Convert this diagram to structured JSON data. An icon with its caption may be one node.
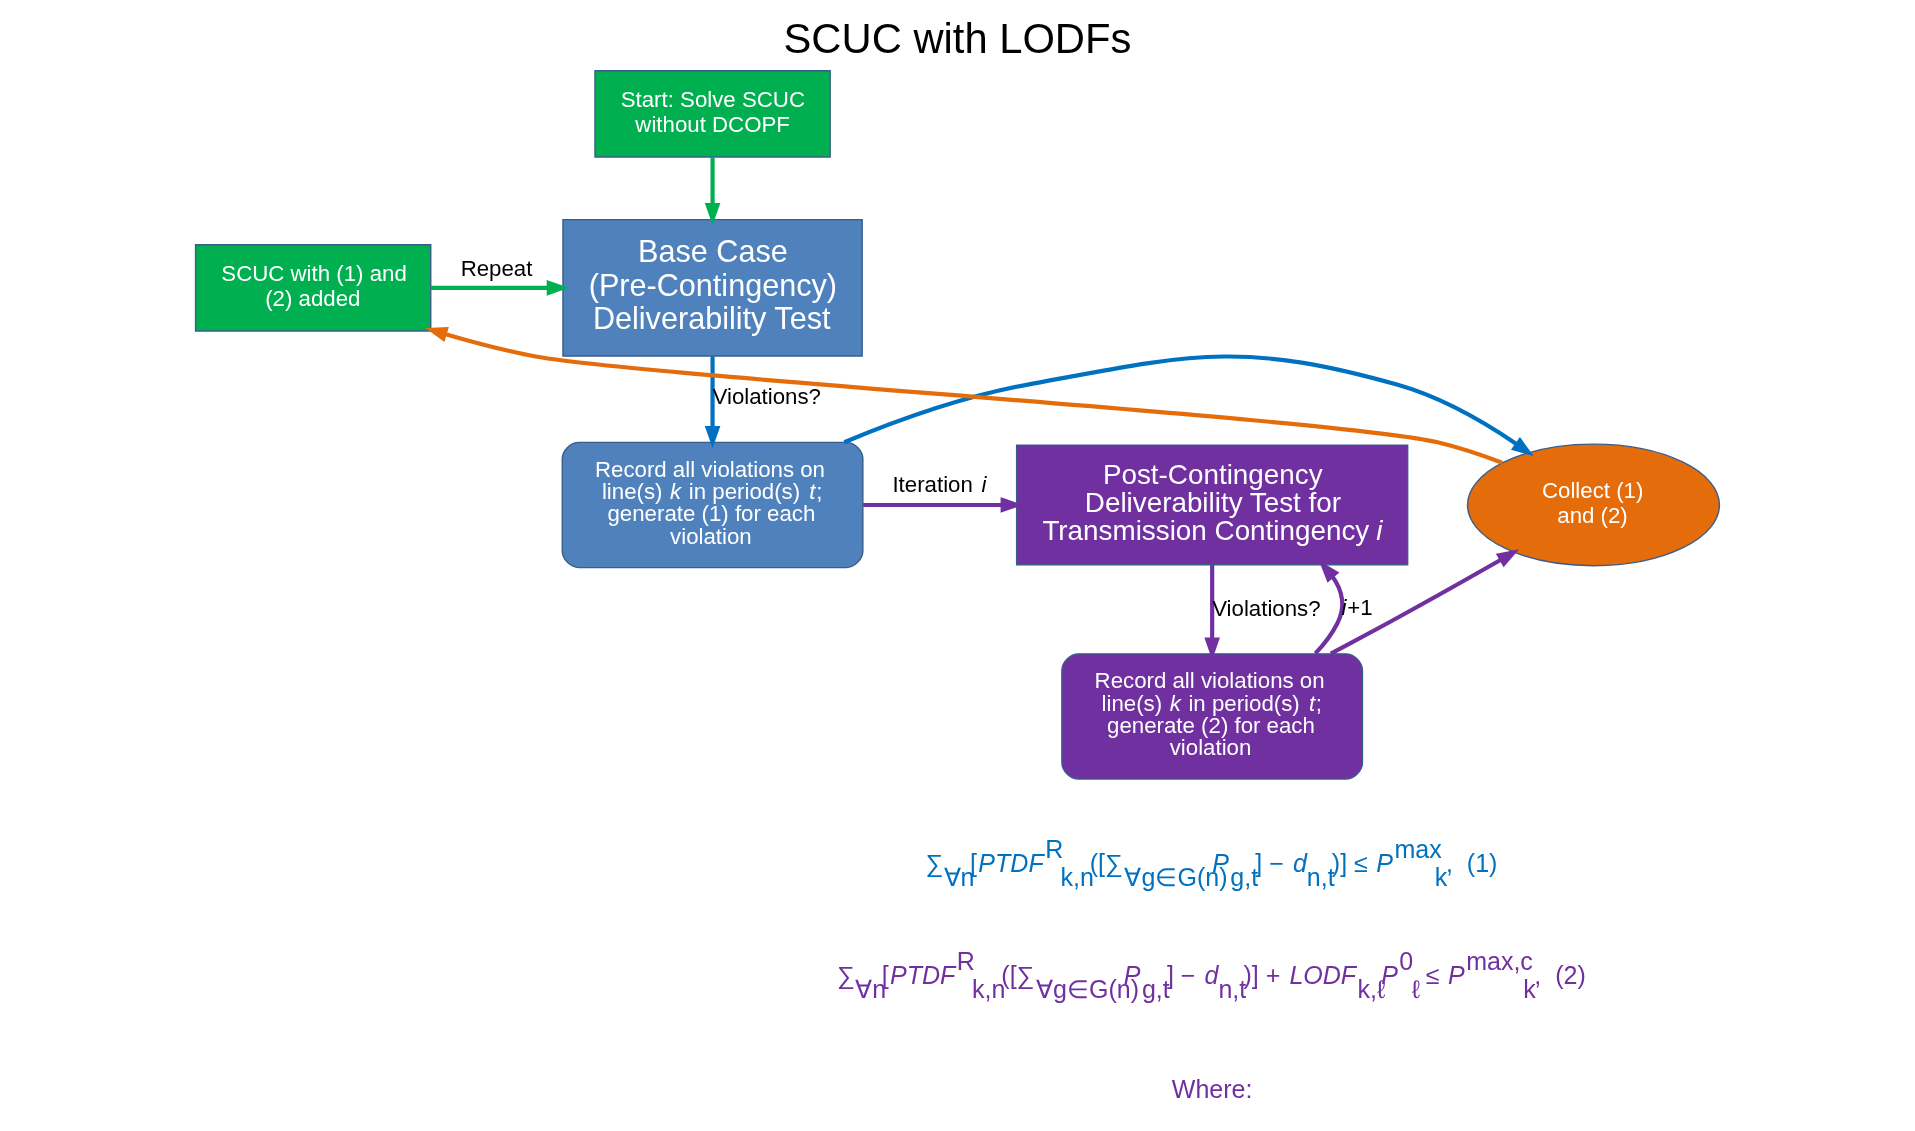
{
  "diagram": {
    "title": "SCUC with LODFs",
    "nodes": [
      {
        "text": [
          "Start: Solve SCUC without DCOPF"
        ]
      },
      {
        "text": [
          "Base Case (Pre-Contingency) Deliverability Test"
        ]
      },
      {
        "text": [
          "SCUC with (1) and (2) added"
        ]
      },
      {
        "text": [
          "Record all violations on line(s) *k* in period(s) *t*; generate (1) for each violation"
        ]
      },
      {
        "text": [
          "Collect (1) and (2)"
        ]
      },
      {
        "text": [
          "Post-Contingency Deliverability Test for Transmission Contingency *i*"
        ]
      },
      {
        "text": [
          "Record all violations on line(s) *k* in period(s) *t*; generate (2) for each violation"
        ]
      }
    ],
    "edges": [
      {
        "from": 0,
        "to": 1,
        "arrow": "to",
        "color": "#00b050"
      },
      {
        "from": 2,
        "to": 1,
        "arrow": "to",
        "label": "Repeat",
        "color": "#00b050"
      },
      {
        "from": 1,
        "to": 3,
        "arrow": "to",
        "label": "Violations?",
        "color": "#0070c0"
      },
      {
        "from": 3,
        "to": 4,
        "arrow": "to",
        "color": "#0070c0"
      },
      {
        "from": 4,
        "to": 2,
        "arrow": "to",
        "color": "#e46c0a"
      },
      {
        "from": 3,
        "to": 5,
        "arrow": "to",
        "label": "Iteration *i*"
      },
      {
        "from": 5,
        "to": 6,
        "arrow": "to",
        "label": "Violations?"
      },
      {
        "from": 6,
        "to": 5,
        "arrow": "to",
        "label": "*i*+1"
      },
      {
        "from": 6,
        "to": 4,
        "arrow": "to"
      }
    ],
    "labels": [
      "∑$_{∀n}$[*PTDF*$^{R}$$_{k,n}$([∑$_{∀g∈G(n)}$*P*$_{g,t}$] − *d*$_{n,t}$)] ≤ *P*$^{max}$$_{k}$,  (1)",
      "∑$_{∀n}$[*PTDF*$^{R}$$_{k,n}$([∑$_{∀g∈G(n)}$*P*$_{g,t}$] − *d*$_{n,t}$)] + *LODF*$_{k,ℓ}$*P*$^{0}$$_{ℓ}$ ≤ *P*$^{max,c}$$_{k}$,  (2)",
      "Where:"
    ]
  }
}
